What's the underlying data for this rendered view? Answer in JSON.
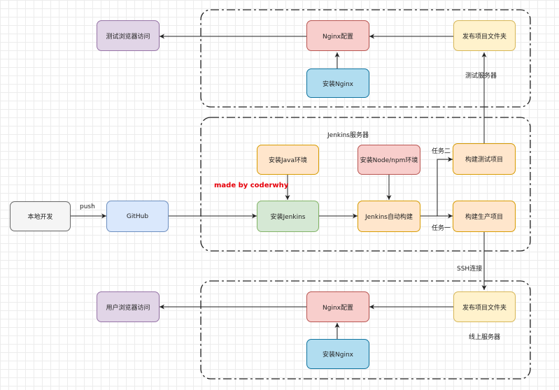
{
  "nodes": {
    "test_browser": "测试浏览器访问",
    "nginx_test": "Nginx配置",
    "publish_test": "发布项目文件夹",
    "install_nginx_test": "安装Nginx",
    "local_dev": "本地开发",
    "github": "GitHub",
    "install_java": "安装Java环境",
    "install_node": "安装Node/npm环境",
    "install_jenkins": "安装Jenkins",
    "jenkins_build": "Jenkins自动构建",
    "build_test": "构建测试项目",
    "build_prod": "构建生产项目",
    "user_browser": "用户浏览器访问",
    "nginx_prod": "Nginx配置",
    "publish_prod": "发布项目文件夹",
    "install_nginx_prod": "安装Nginx"
  },
  "labels": {
    "test_server": "测试服务器",
    "jenkins_server": "Jenkins服务器",
    "prod_server": "线上服务器",
    "push": "push",
    "task_two": "任务二",
    "task_one": "任务一",
    "ssh": "SSH连接"
  },
  "watermark": "made by coderwhy",
  "colors": {
    "purple_fill": "#e1d5e7",
    "purple_stroke": "#9673a6",
    "red_fill": "#f8cecc",
    "red_stroke": "#b85450",
    "yellow_fill": "#fff2cc",
    "yellow_stroke": "#d6b656",
    "blue_fill": "#b1ddf0",
    "blue_stroke": "#10739e",
    "gray_fill": "#f5f5f5",
    "gray_stroke": "#666666",
    "lightblue_fill": "#dae8fc",
    "lightblue_stroke": "#6c8ebf",
    "orange_fill": "#ffe6cc",
    "orange_stroke": "#d79b00",
    "green_fill": "#d5e8d4",
    "green_stroke": "#82b366",
    "watermark": "#e8000b"
  }
}
